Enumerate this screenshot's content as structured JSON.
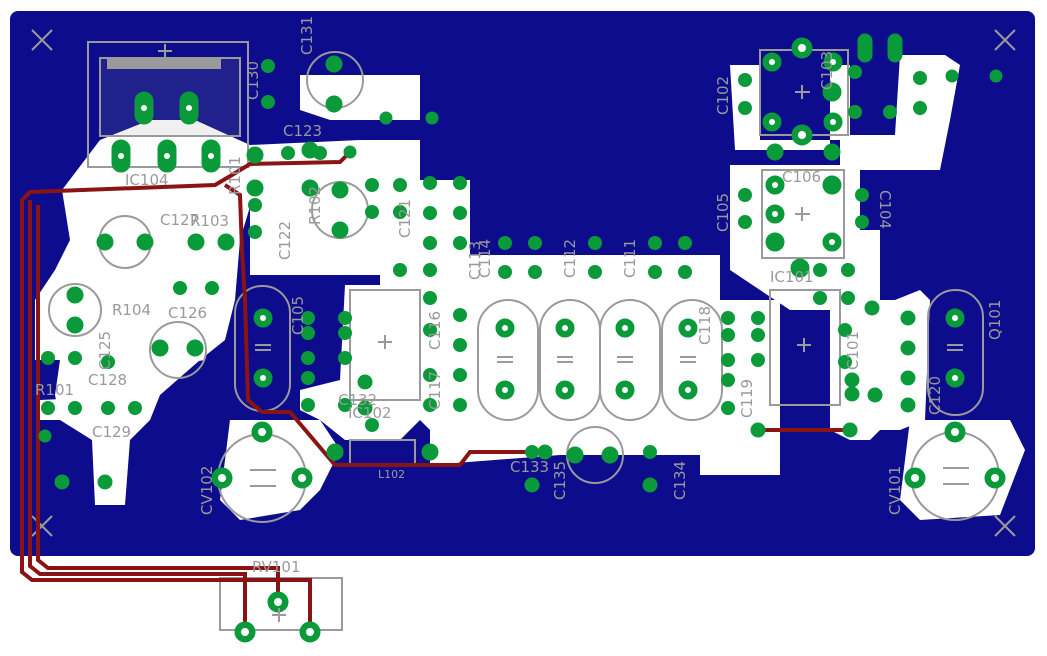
{
  "board": {
    "colors": {
      "copper_fill": "#0c0c8c",
      "cutout": "#ffffff",
      "pad": "#0a9a3a",
      "drill": "#ffffff",
      "silkscreen": "#9a9a9a",
      "top_trace": "#8a1414"
    }
  },
  "labels": {
    "c131": "C131",
    "c130": "C130",
    "c123": "C123",
    "r101": "R101",
    "r102": "R102",
    "ic104": "IC104",
    "c127": "C127",
    "r103": "R103",
    "c122": "C122",
    "c121": "C121",
    "r104": "R104",
    "c126": "C126",
    "c125": "C125",
    "c128": "C128",
    "r101b": "R101",
    "c129": "C129",
    "c114": "C114",
    "c112": "C112",
    "c111": "C111",
    "c113": "C113",
    "c105": "C105",
    "c116": "C116",
    "c117": "C117",
    "c119": "C119",
    "c133": "C133",
    "l102": "L102",
    "c134": "C134",
    "c135": "C135",
    "c102": "C102",
    "ic101": "IC101",
    "c105b": "C105",
    "c104": "C104",
    "ic102": "IC102",
    "c118": "C118",
    "q101": "Q101",
    "c120": "C120",
    "cv102": "CV102",
    "cv101": "CV101",
    "rv101": "RV101",
    "c106": "C106",
    "c103": "C103",
    "c101": "C101",
    "c132": "C132"
  }
}
